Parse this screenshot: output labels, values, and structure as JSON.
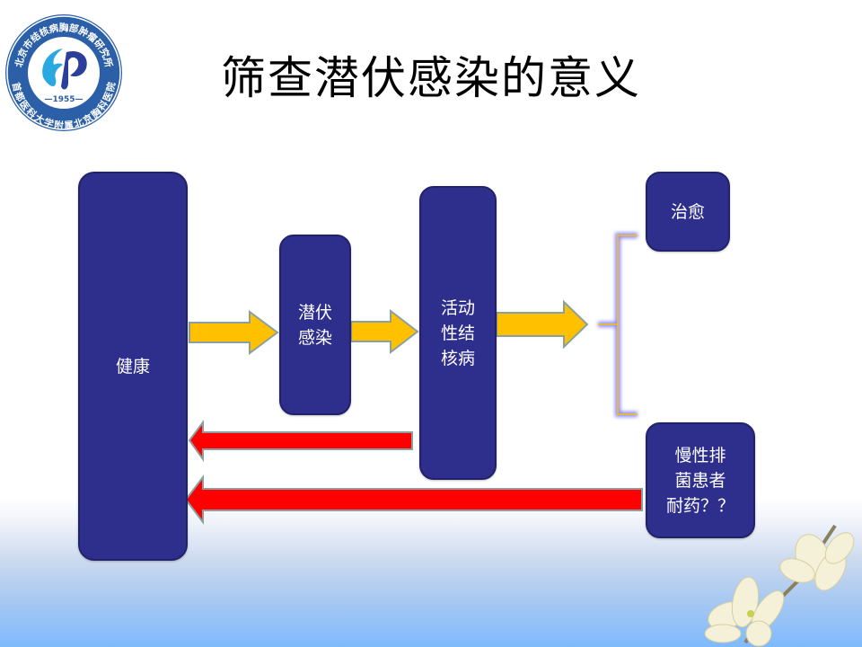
{
  "slide": {
    "title": "筛查潜伏感染的意义",
    "logo": {
      "top_arc_text": "北京市结核病胸部肿瘤研究所",
      "bottom_arc_text": "首都医科大学附属北京胸科医院",
      "year": "—1955—",
      "icon": "hospital-logo-icon"
    }
  },
  "diagram": {
    "nodes": {
      "healthy": "健康",
      "latent_infection": "潜伏\n感染",
      "active_tb": "活动\n性结\n核病",
      "cured": "治愈",
      "chronic": "慢性排\n菌患者\n耐药？？"
    },
    "colors": {
      "node_fill": "#2e2e8c",
      "forward_arrow": "#ffc000",
      "backward_arrow": "#ff0000",
      "bracket": "#ffc000",
      "bracket_glow": "#7b7bff"
    },
    "edges": [
      {
        "from": "healthy",
        "to": "latent_infection",
        "type": "forward"
      },
      {
        "from": "latent_infection",
        "to": "active_tb",
        "type": "forward"
      },
      {
        "from": "active_tb",
        "to": "outcome-bracket",
        "type": "forward"
      },
      {
        "from": "active_tb",
        "to": "healthy",
        "type": "backward"
      },
      {
        "from": "chronic",
        "to": "healthy",
        "type": "backward"
      }
    ],
    "decoration": "magnolia-flower-icon"
  }
}
